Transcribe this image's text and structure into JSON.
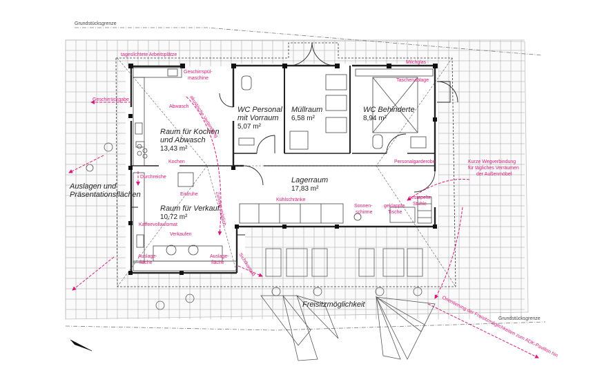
{
  "boundary": {
    "top_label": "Grundstücksgrenze",
    "bottom_label": "Grundstücksgrenze"
  },
  "rooms": {
    "kochen": {
      "line1": "Raum für Kochen",
      "line2": "und Abwasch",
      "area": "13,43 m²"
    },
    "verkauf": {
      "line1": "Raum für Verkauf",
      "area": "10,72 m²"
    },
    "wc_personal": {
      "line1": "WC Personal",
      "line2": "mit Vorraum",
      "area": "5,07 m²"
    },
    "muell": {
      "line1": "Müllraum",
      "area": "6,58 m²"
    },
    "wc_behinderte": {
      "line1": "WC Behinderte",
      "area": "8,94 m²"
    },
    "lager": {
      "line1": "Lagerraum",
      "area": "17,83 m²"
    }
  },
  "annotations": {
    "arbeitsplaetze": "tageslichtete Arbeitsplätze",
    "geschirrspuel1": "Geschirrspül-",
    "geschirrspuel2": "maschine",
    "geschirrrueckgabe": "Geschirrückgabe",
    "abwasch": "Abwasch",
    "akustisch": "akustische Verbindung",
    "kochen": "Kochen",
    "durchreiche": "Durchreiche",
    "eistruhe": "Eistruhe",
    "zuruf": "Zurufen möglich",
    "kaffee": "Kaffeevollautomat",
    "verkaufen": "Verkaufen",
    "auslage_l1": "Auslage-",
    "auslage_l2": "fläche",
    "auslage_r1": "Auslage-",
    "auslage_r2": "fläche",
    "sichtkontakt": "Sichtkontakt",
    "milchglas": "Milchglas",
    "taschenablage": "Taschenablage",
    "personalgarderobe": "Personalgarderobe",
    "kuehlschraenke": "Kühlschränke",
    "sonnen1": "Sonnen-",
    "sonnen2": "schirme",
    "tische1": "geklappte",
    "tische2": "Tische",
    "stuehle1": "gestapelte",
    "stuehle2": "Stühle",
    "weg1": "Kurze Wegverbindung",
    "weg2": "für tägliches Verräumen",
    "weg3": "der Außenmöbel",
    "orientierung": "Orientierung der Freisitzmöglichkeiten zum ADK-Pavillon hin"
  },
  "outdoor": {
    "auslagen1": "Auslagen und",
    "auslagen2": "Präsentationsflächen",
    "freisitz": "Freisitzmöglichkeit"
  },
  "colors": {
    "accent": "#d81b7a",
    "line": "#222222",
    "grid": "#b9b9b9"
  }
}
